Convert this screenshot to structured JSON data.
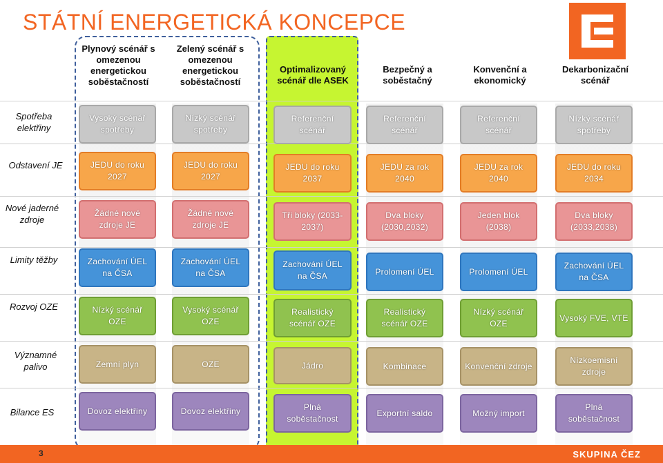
{
  "title": "STÁTNÍ ENERGETICKÁ KONCEPCE",
  "columns": [
    "Plynový scénář s omezenou energetickou soběstačností",
    "Zelený scénář s omezenou energetickou soběstačností",
    "Optimalizovaný scénář dle ASEK",
    "Bezpečný a soběstačný",
    "Konvenční a ekonomický",
    "Dekarbonizační scénář"
  ],
  "rows": [
    "Spotřeba elektřiny",
    "Odstavení JE",
    "Nové jaderné zdroje",
    "Limity těžby",
    "Rozvoj OZE",
    "Významné palivo",
    "Bilance ES"
  ],
  "cells": [
    [
      "Vysoký scénář spotřeby",
      "Nízký scénář spotřeby",
      "Referenční scénář",
      "Referenční scénář",
      "Referenční scénář",
      "Nízký scénář spotřeby"
    ],
    [
      "JEDU do roku 2027",
      "JEDU do roku 2027",
      "JEDU do roku 2037",
      "JEDU za rok 2040",
      "JEDU za rok 2040",
      "JEDU do roku 2034"
    ],
    [
      "Žádné nové zdroje JE",
      "Žádné nové zdroje JE",
      "Tři bloky (2033-2037)",
      "Dva bloky (2030,2032)",
      "Jeden blok (2038)",
      "Dva bloky (2033,2038)"
    ],
    [
      "Zachování ÚEL na ČSA",
      "Zachování ÚEL na ČSA",
      "Zachování ÚEL na ČSA",
      "Prolomení ÚEL",
      "Prolomení ÚEL",
      "Zachování ÚEL na ČSA"
    ],
    [
      "Nízký scénář OZE",
      "Vysoký scénář OZE",
      "Realistický scénář OZE",
      "Realistický scénář OZE",
      "Nízký scénář OZE",
      "Vysoký FVE, VTE"
    ],
    [
      "Zemní plyn",
      "OZE",
      "Jádro",
      "Kombinace",
      "Konvenční zdroje",
      "Nízkoemisní zdroje"
    ],
    [
      "Dovoz elektřiny",
      "Dovoz elektřiny",
      "Plná soběstačnost",
      "Exportní saldo",
      "Možný import",
      "Plná soběstačnost"
    ]
  ],
  "row_colors": [
    "#c8c8c8",
    "#f7a64a",
    "#e99596",
    "#4593d9",
    "#90c24f",
    "#c8b487",
    "#9d86bd"
  ],
  "footer": {
    "page": "3",
    "brand": "SKUPINA ČEZ"
  },
  "logo_icon": "cez-logo-icon",
  "accent": "#f26522",
  "highlight_color": "#c6f531"
}
